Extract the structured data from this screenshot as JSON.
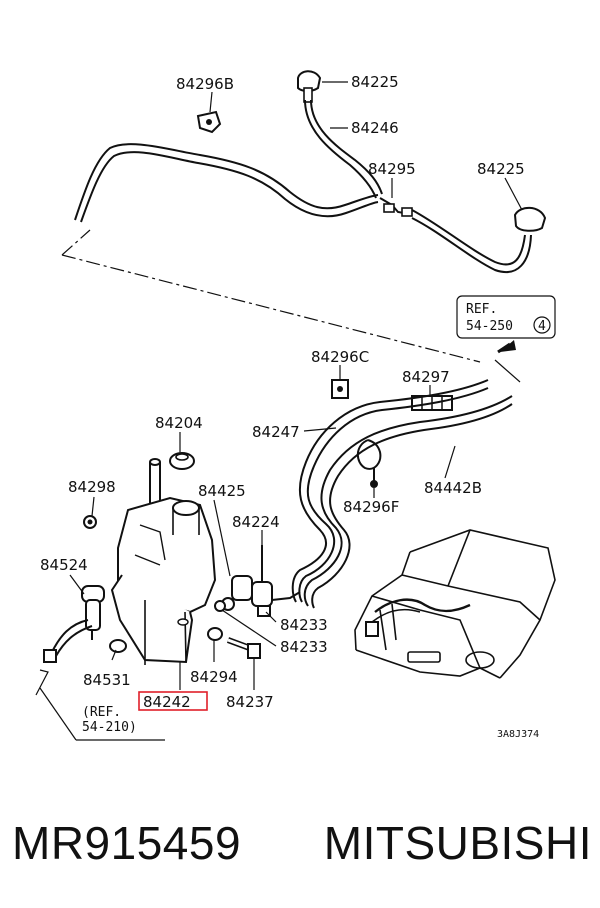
{
  "diagram": {
    "part_labels": {
      "p84296b": "84296B",
      "p84225a": "84225",
      "p84246": "84246",
      "p84295": "84295",
      "p84225b": "84225",
      "p84296c": "84296C",
      "p84297": "84297",
      "p84204": "84204",
      "p84247": "84247",
      "p84298": "84298",
      "p84425": "84425",
      "p84224": "84224",
      "p84442b": "84442B",
      "p84296f": "84296F",
      "p84524": "84524",
      "p84233a": "84233",
      "p84233b": "84233",
      "p84531": "84531",
      "p84294": "84294",
      "p84242": "84242",
      "p84237": "84237"
    },
    "ref_top_line1": "REF.",
    "ref_top_line2": "54-250",
    "ref_top_circle": "4",
    "ref_left_line1": "(REF.",
    "ref_left_line2": "54-210)",
    "diagram_code": "3A8J374",
    "highlighted_part": "84242",
    "highlight_color": "#e0202a"
  },
  "caption": {
    "part_number": "MR915459",
    "brand": "MITSUBISHI"
  }
}
